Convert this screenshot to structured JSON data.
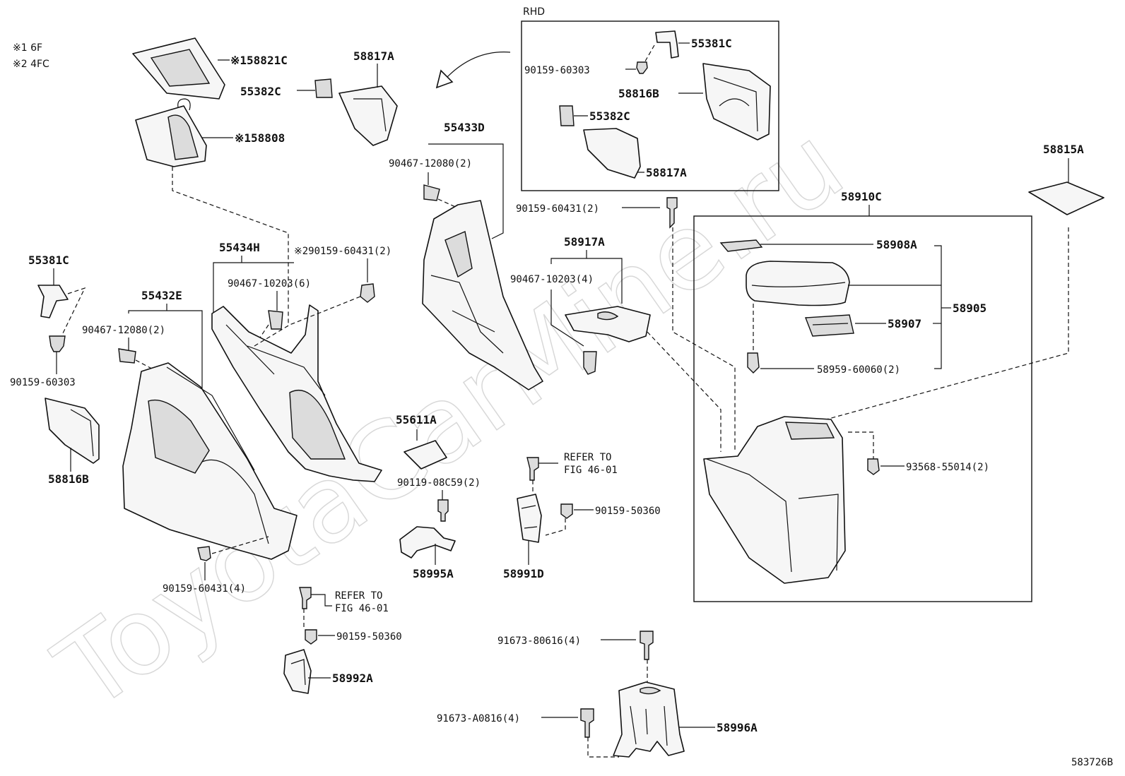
{
  "legend": {
    "note1": "※1 6F",
    "note2": "※2 4FC"
  },
  "watermark": "ToyotaCarMine.ru",
  "diagram_code": "583726B",
  "rhd": {
    "title": "RHD",
    "parts": {
      "p55381c": "55381C",
      "p90159_60303": "90159-60303",
      "p58816b": "58816B",
      "p55382c": "55382C",
      "p58817a": "58817A"
    }
  },
  "console_box": {
    "title": "58910C",
    "parts": {
      "p58908a": "58908A",
      "p58905": "58905",
      "p58907": "58907",
      "p58959": "58959-60060(2)",
      "p93568": "93568-55014(2)"
    }
  },
  "parts": {
    "p58821c": "※158821C",
    "p58808": "※158808",
    "p55382c": "55382C",
    "p58817a": "58817A",
    "p55433d": "55433D",
    "p90467_12080_top": "90467-12080(2)",
    "p90159_60431_top": "90159-60431(2)",
    "p58815a": "58815A",
    "p55381c": "55381C",
    "p90159_60303": "90159-60303",
    "p58816b": "58816B",
    "p55432e": "55432E",
    "p90467_12080": "90467-12080(2)",
    "p55434h": "55434H",
    "p90467_10203_6": "90467-10203(6)",
    "p90159_60431_note": "※290159-60431(2)",
    "p58917a": "58917A",
    "p90467_10203_4": "90467-10203(4)",
    "p55611a": "55611A",
    "p90119": "90119-08C59(2)",
    "p58995a": "58995A",
    "p58991d": "58991D",
    "p90159_50360_a": "90159-50360",
    "p90159_60431_4": "90159-60431(4)",
    "p90159_50360_b": "90159-50360",
    "p58992a": "58992A",
    "p91673_80616": "91673-80616(4)",
    "p91673_a0816": "91673-A0816(4)",
    "p58996a": "58996A"
  },
  "refer_1": {
    "line1": "REFER TO",
    "line2": "FIG 46-01"
  },
  "refer_2": {
    "line1": "REFER TO",
    "line2": "FIG 46-01"
  }
}
